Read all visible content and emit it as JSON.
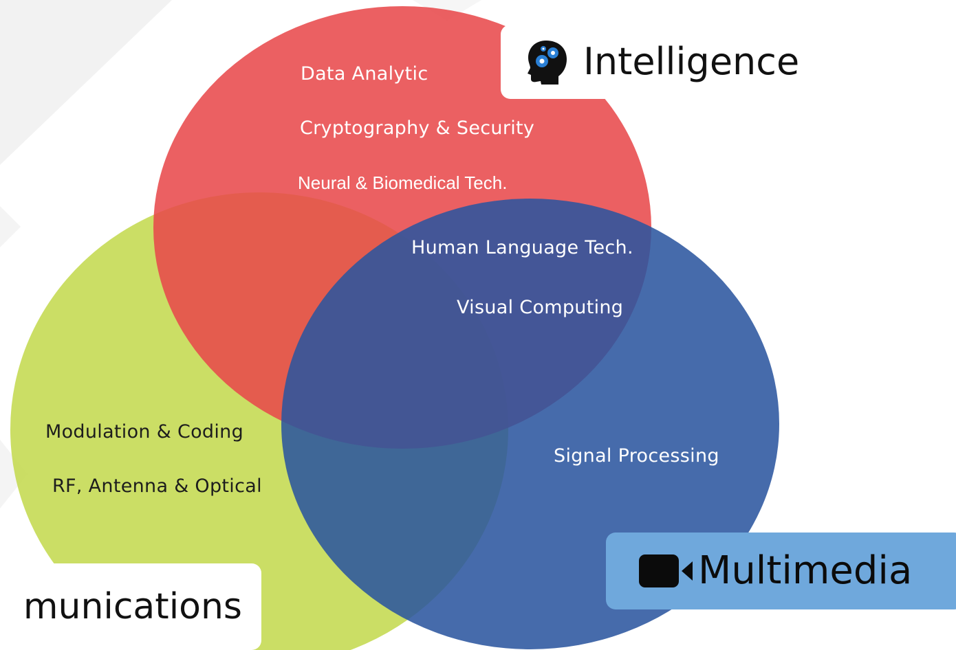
{
  "diagram": {
    "circles": {
      "intelligence": {
        "color": "#e8484b",
        "opacity": 0.87
      },
      "communications": {
        "color": "#c2d84a",
        "opacity": 0.85
      },
      "multimedia": {
        "color": "#2b559e",
        "opacity": 0.87
      }
    },
    "intelligence_topics": [
      "Data Analytic",
      "Cryptography & Security",
      "Neural & Biomedical Tech."
    ],
    "overlap_topics": [
      "Human Language Tech.",
      "Visual Computing"
    ],
    "communications_topics": [
      "Modulation & Coding",
      "RF, Antenna & Optical"
    ],
    "multimedia_topics": [
      "Signal Processing"
    ],
    "tags": {
      "intelligence": {
        "label": "Intelligence",
        "icon": "brain-gears-icon",
        "accent": "#2a7fd4"
      },
      "multimedia": {
        "label": "Multimedia",
        "icon": "video-camera-icon",
        "background": "#6fa8dc"
      },
      "communications": {
        "label": "munications"
      }
    }
  }
}
